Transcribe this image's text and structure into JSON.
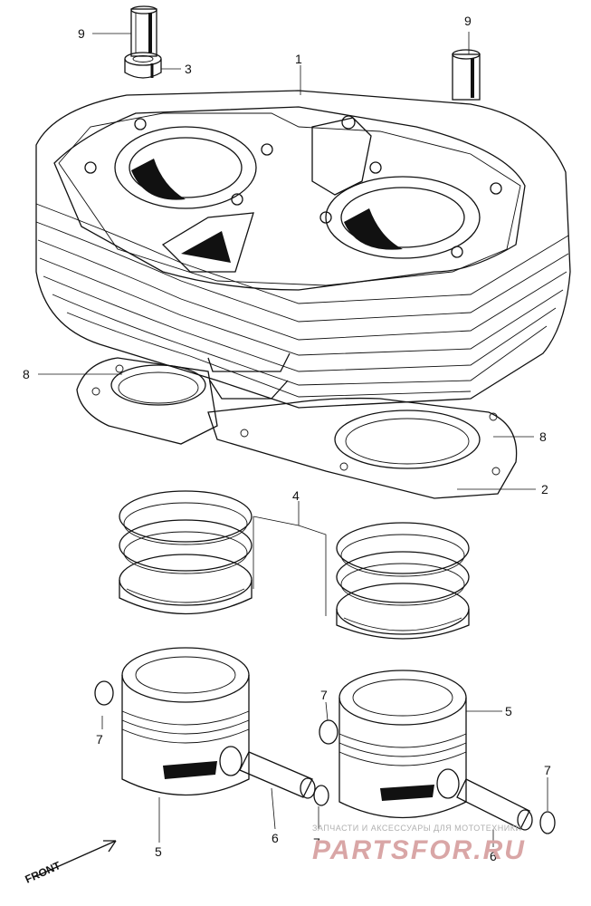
{
  "callouts": {
    "c1": "1",
    "c2": "2",
    "c3": "3",
    "c4": "4",
    "c5a": "5",
    "c5b": "5",
    "c6a": "6",
    "c6b": "6",
    "c7a": "7",
    "c7b": "7",
    "c7c": "7",
    "c7d": "7",
    "c8a": "8",
    "c8b": "8",
    "c9a": "9",
    "c9b": "9"
  },
  "front_label": "FRONT",
  "watermark": {
    "tagline": "ЗАПЧАСТИ И АКСЕССУАРЫ ДЛЯ МОТОТЕХНИКИ",
    "brand": "PARTSFOR.RU"
  }
}
